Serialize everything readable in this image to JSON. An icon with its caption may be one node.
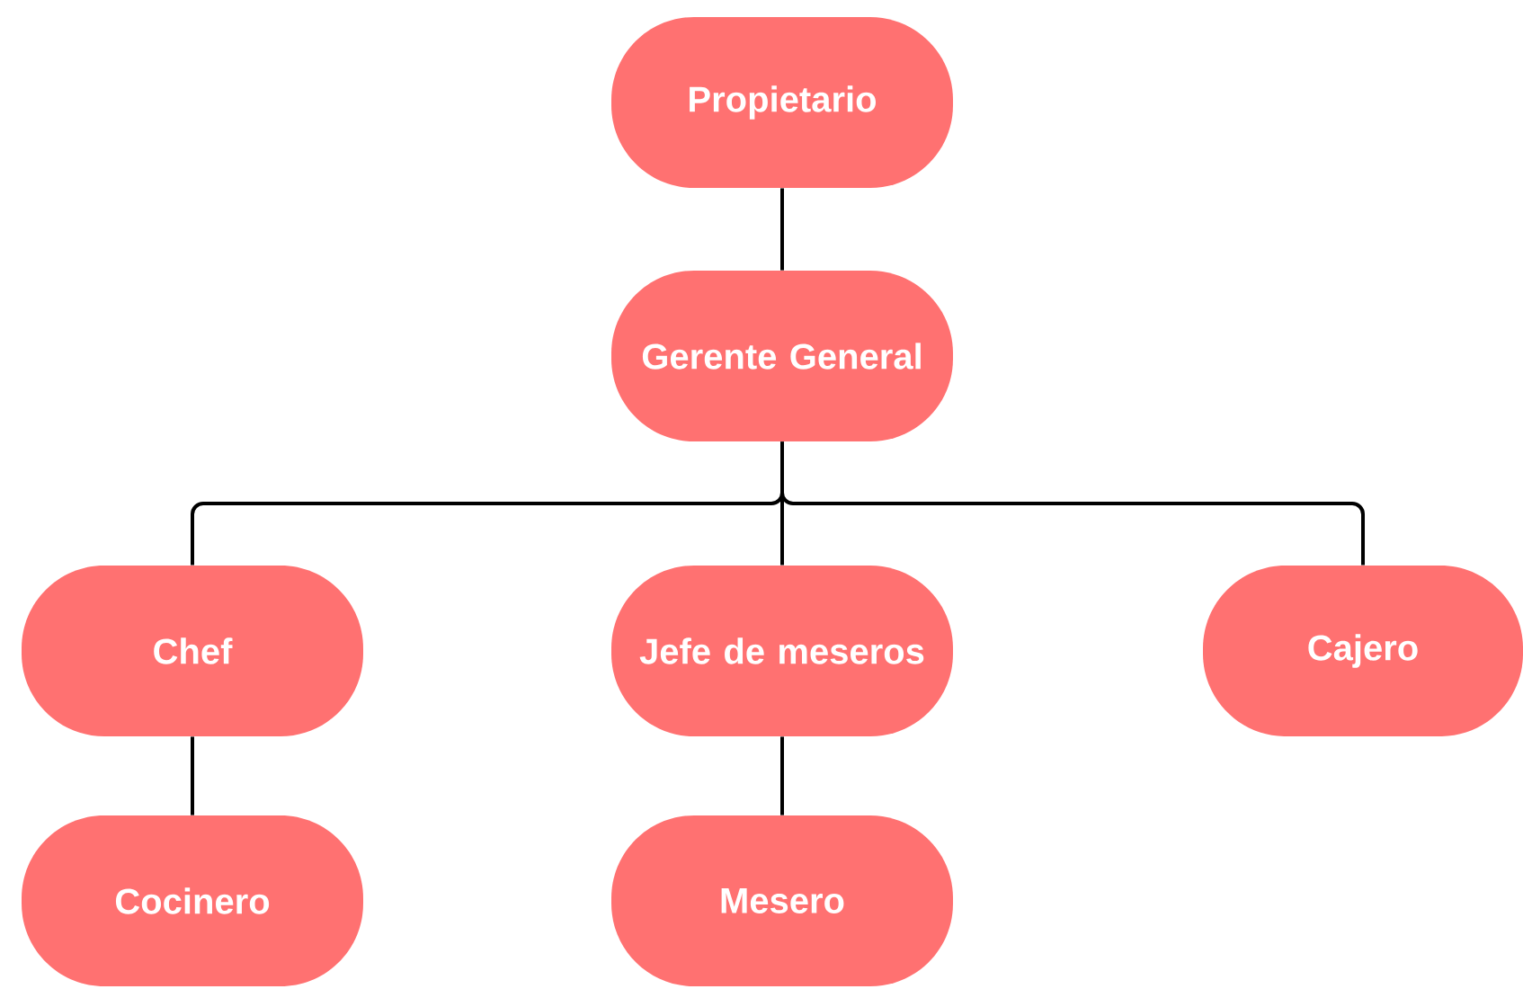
{
  "diagram": {
    "nodes": [
      {
        "text": [
          "Propietario"
        ]
      },
      {
        "text": [
          "Gerente General"
        ]
      },
      {
        "text": [
          "Chef"
        ]
      },
      {
        "text": [
          "Jefe de meseros"
        ]
      },
      {
        "text": [
          "Cajero"
        ]
      },
      {
        "text": [
          "Cocinero"
        ]
      },
      {
        "text": [
          "Mesero"
        ]
      }
    ],
    "edges": [
      {
        "from": 0,
        "to": 1,
        "arrow": "none"
      },
      {
        "from": 1,
        "to": 2,
        "arrow": "none"
      },
      {
        "from": 1,
        "to": 3,
        "arrow": "none"
      },
      {
        "from": 1,
        "to": 4,
        "arrow": "none"
      },
      {
        "from": 2,
        "to": 5,
        "arrow": "none"
      },
      {
        "from": 3,
        "to": 6,
        "arrow": "none"
      }
    ]
  }
}
